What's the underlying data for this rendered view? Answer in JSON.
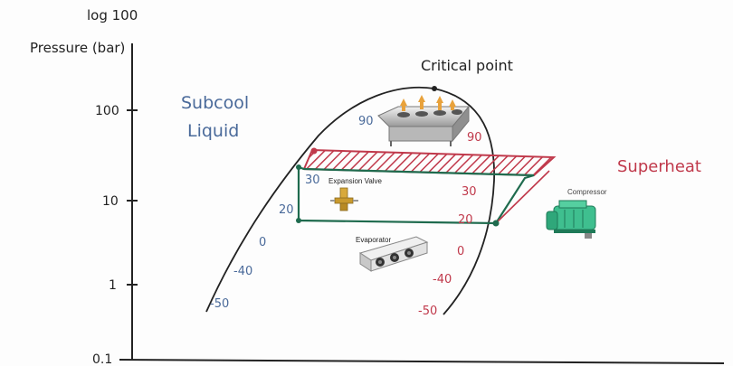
{
  "axis": {
    "ylabel_line1": "log 100",
    "ylabel_line2": "Pressure (bar)",
    "ticks": [
      "100",
      "10",
      "1",
      "0.1"
    ]
  },
  "labels": {
    "critical_point": "Critical point",
    "subcool": "Subcool",
    "liquid": "Liquid",
    "superheat": "Superheat"
  },
  "components": {
    "expansion_valve": "Expansion Valve",
    "compressor": "Compressor",
    "evaporator": "Evaporator"
  },
  "liquid_line_temps": [
    "90",
    "30",
    "20",
    "0",
    "-40",
    "-50"
  ],
  "vapor_line_temps": [
    "90",
    "30",
    "20",
    "0",
    "-40",
    "-50"
  ],
  "colors": {
    "ink": "#222222",
    "blue_ink": "#4a6a9a",
    "red_ink": "#c0394b",
    "green_ink": "#1f6b4e"
  }
}
